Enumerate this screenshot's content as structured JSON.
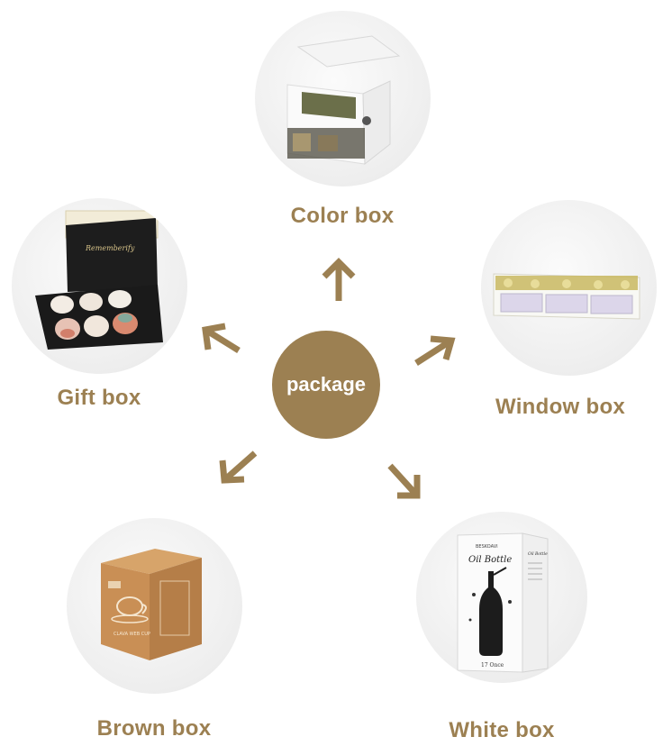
{
  "center_label": "package",
  "accent_color": "#9c8052",
  "boxes": {
    "color": {
      "label": "Color box",
      "icon": "open-color-box-photo"
    },
    "window": {
      "label": "Window box",
      "icon": "window-box-photo"
    },
    "gift": {
      "label": "Gift box",
      "icon": "gift-box-photo"
    },
    "brown": {
      "label": "Brown box",
      "icon": "kraft-box-photo",
      "print": "CLAVA WEB CUP"
    },
    "white": {
      "label": "White box",
      "icon": "oil-bottle-box-photo",
      "brand": "BESKOAVI",
      "title": "Oil Bottle",
      "side_title": "Oil Bottle",
      "volume": "17 Once"
    }
  },
  "gift_box_lid_text": "Rememberify"
}
